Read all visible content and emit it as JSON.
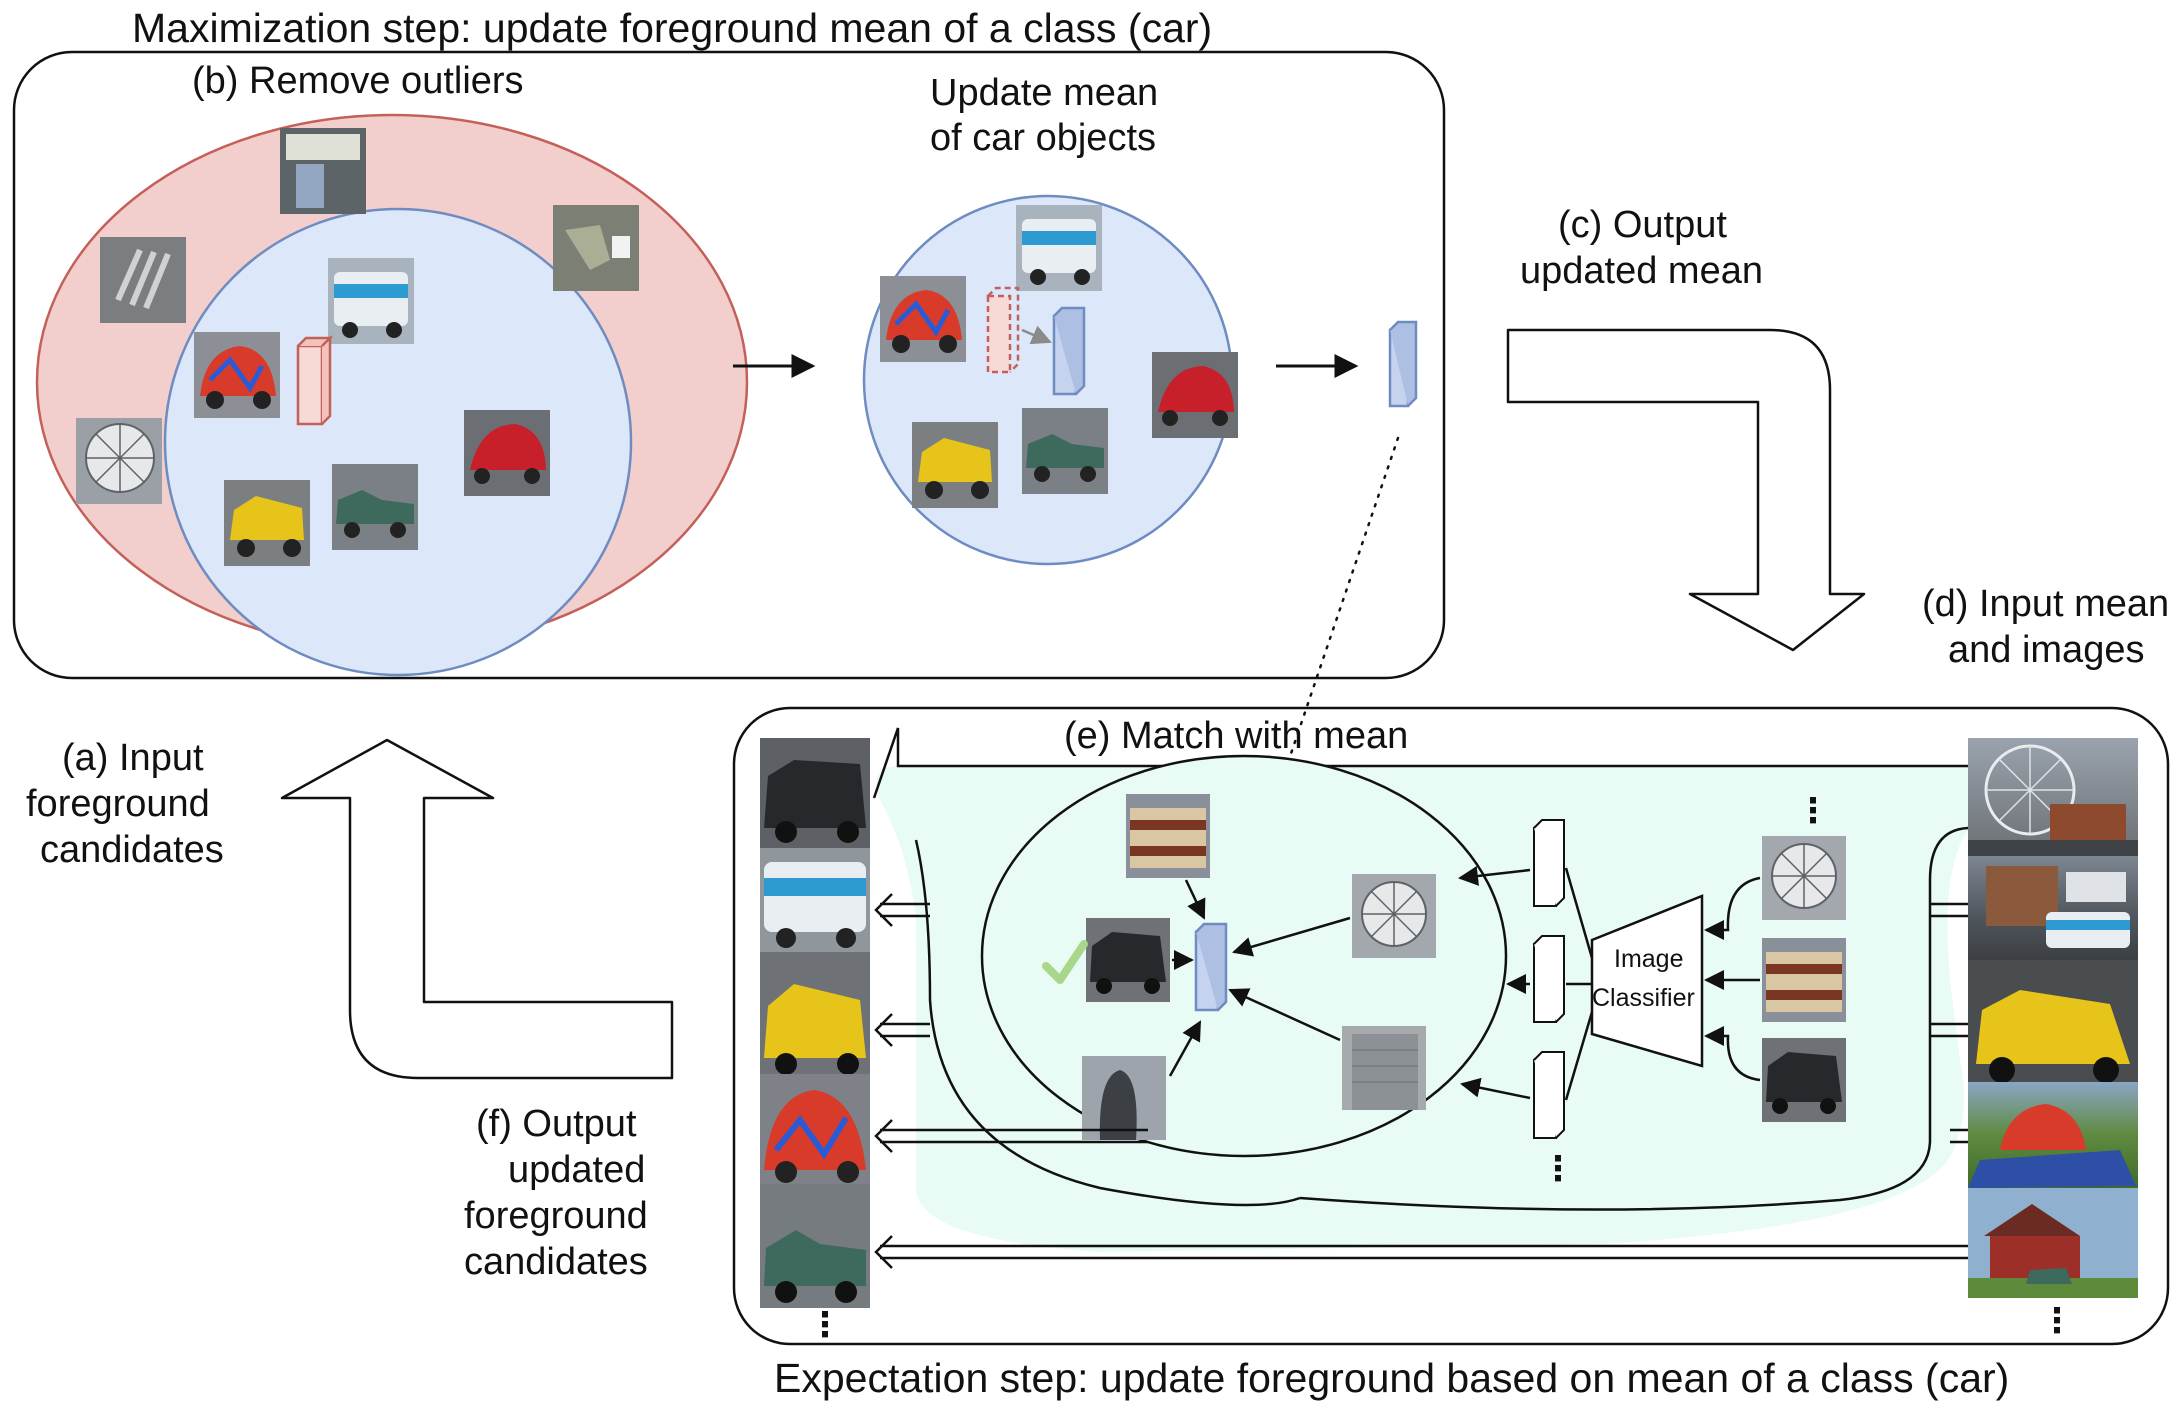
{
  "titles": {
    "maximization": "Maximization step: update foreground mean of a class (car)",
    "expectation": "Expectation step: update foreground based on mean of a class (car)"
  },
  "labels": {
    "remove_outliers": "(b) Remove outliers",
    "update_mean_1": "Update mean",
    "update_mean_2": "of car objects",
    "output_mean_1": "(c) Output",
    "output_mean_2": "updated mean",
    "input_mean_1": "(d) Input mean",
    "input_mean_2": "and images",
    "match_mean": "(e) Match with mean",
    "input_fg_1": "(a) Input",
    "input_fg_2": "foreground",
    "input_fg_3": "candidates",
    "output_fg_1": "(f) Output",
    "output_fg_2": "updated",
    "output_fg_3": "foreground",
    "output_fg_4": "candidates",
    "classifier_1": "Image",
    "classifier_2": "Classifier",
    "ellipsis": "⋮"
  },
  "colors": {
    "outlier_region": "#f2cfcc",
    "outlier_stroke": "#c4605a",
    "inlier_region": "#dce8fa",
    "inlier_stroke": "#6f8cc0",
    "expectation_bg": "#e8fbf4",
    "mean_vector": "#c6d3ee",
    "checkmark": "#a8d68a"
  }
}
